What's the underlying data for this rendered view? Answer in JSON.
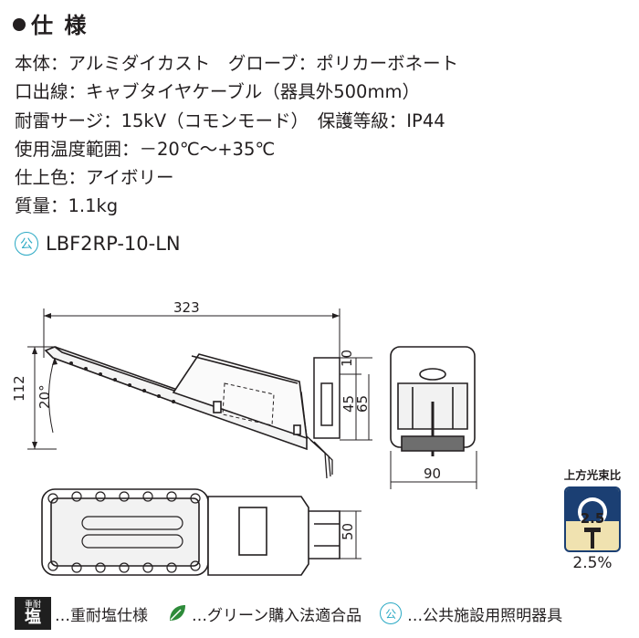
{
  "heading": "仕 様",
  "specs": [
    "本体：アルミダイカスト　グローブ：ポリカーボネート",
    "口出線：キャブタイヤケーブル（器具外500mm）",
    "耐雷サージ：15kV（コモンモード）　保護等級：IP44",
    "使用温度範囲：－20℃～+35℃",
    "仕上色：アイボリー",
    "質量：1.1kg"
  ],
  "model": {
    "icon_text": "公",
    "code": "LBF2RP-10-LN"
  },
  "dimensions": {
    "length": "323",
    "height": "112",
    "angle": "20°",
    "d10": "10",
    "d45": "45",
    "d65": "65",
    "width": "90",
    "mount": "50"
  },
  "upward_light": {
    "title": "上方光束比",
    "badge_value": "2.5",
    "percent": "2.5%"
  },
  "legend": {
    "salt": {
      "icon_top": "重耐",
      "icon_main": "塩",
      "label": "…重耐塩仕様"
    },
    "green": {
      "label": "…グリーン購入法適合品"
    },
    "public": {
      "icon_text": "公",
      "label": "…公共施設用照明器具"
    }
  },
  "colors": {
    "accent_cyan": "#2aa9c4",
    "navy": "#1b3f73",
    "cream": "#f0e2b0",
    "leaf_green": "#2e8b3a"
  }
}
